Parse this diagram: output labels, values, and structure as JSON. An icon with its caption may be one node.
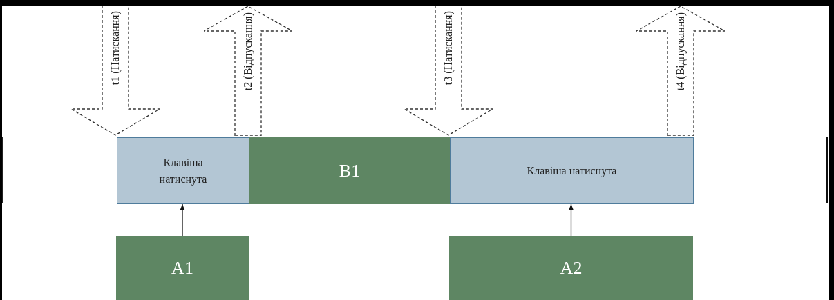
{
  "diagram": {
    "nodes": [
      {
        "text": [],
        "shape": "bar"
      },
      {
        "text": [
          "Клавіша натиснута"
        ],
        "in": 0
      },
      {
        "text": [
          "B1"
        ],
        "in": 0
      },
      {
        "text": [
          "Клавіша натиснута"
        ],
        "in": 0
      },
      {
        "text": [
          "A1"
        ]
      },
      {
        "text": [
          "A2"
        ]
      },
      {
        "text": [
          "t1 (Натискання)"
        ]
      },
      {
        "text": [
          "t2 (Відпускання)"
        ]
      },
      {
        "text": [
          "t3 (Натискання)"
        ]
      },
      {
        "text": [
          "t4 (Відпускання)"
        ]
      }
    ],
    "edges": [
      {
        "from": 4,
        "to": 1,
        "arrow": "to"
      },
      {
        "from": 5,
        "to": 3,
        "arrow": "to"
      }
    ]
  }
}
